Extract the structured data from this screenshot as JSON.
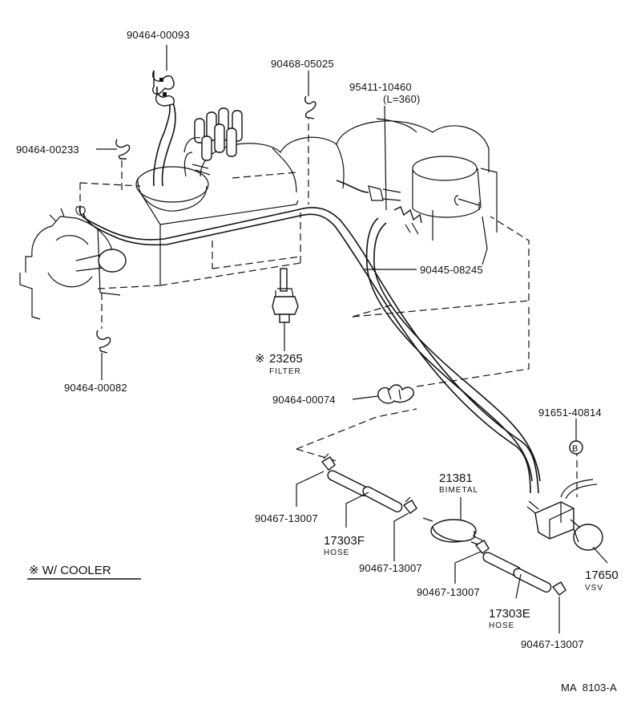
{
  "parts": {
    "p1": {
      "number": "90464-00093"
    },
    "p2": {
      "number": "90468-05025"
    },
    "p3": {
      "number": "95411-10460",
      "note": "(L=360)"
    },
    "p4": {
      "number": "90464-00233"
    },
    "p5": {
      "number": "90445-08245"
    },
    "p6": {
      "number": "23265",
      "mark": "※",
      "name": "FILTER"
    },
    "p7": {
      "number": "90464-00082"
    },
    "p8": {
      "number": "90464-00074"
    },
    "p9": {
      "number": "91651-40814",
      "circle_letter": "B"
    },
    "p10": {
      "number": "21381",
      "name": "BIMETAL"
    },
    "p11": {
      "number": "90467-13007"
    },
    "p12": {
      "number": "17303F",
      "name": "HOSE"
    },
    "p13": {
      "number": "90467-13007"
    },
    "p14": {
      "number": "90467-13007"
    },
    "p15": {
      "number": "17303E",
      "name": "HOSE"
    },
    "p16": {
      "number": "90467-13007"
    },
    "p17": {
      "number": "17650",
      "name": "VSV"
    }
  },
  "note": {
    "text": "※ W/ COOLER"
  },
  "figure_code": "MA  8103-A"
}
